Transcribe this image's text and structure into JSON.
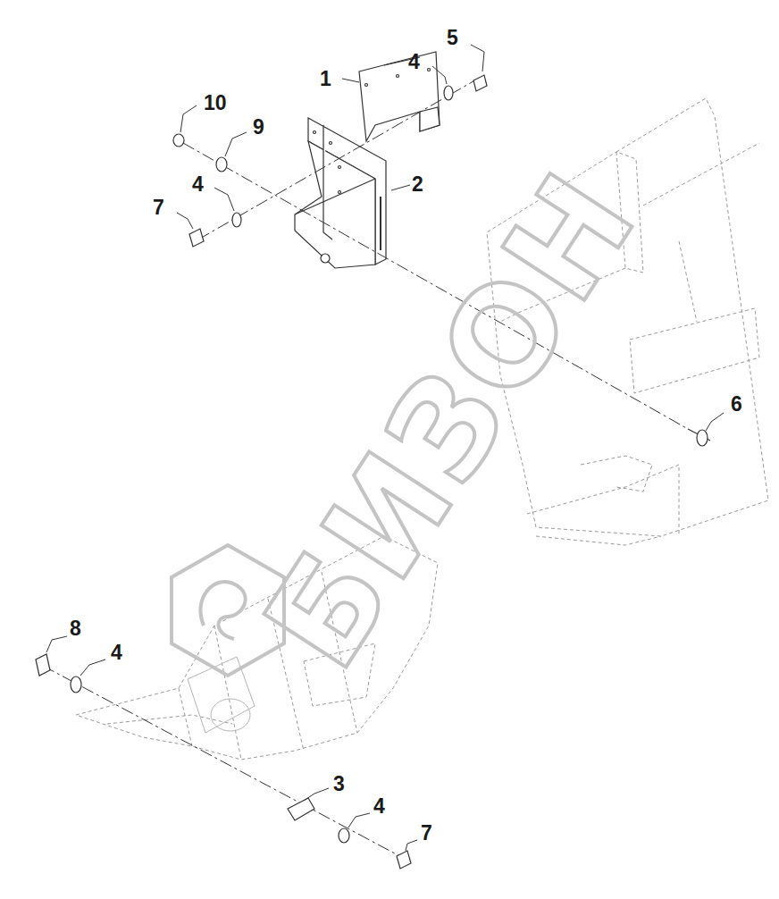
{
  "diagram": {
    "labels": [
      "1",
      "4",
      "5",
      "10",
      "9",
      "2",
      "4",
      "7",
      "6",
      "8",
      "4",
      "3",
      "4",
      "7",
      "БИЗОН"
    ]
  }
}
